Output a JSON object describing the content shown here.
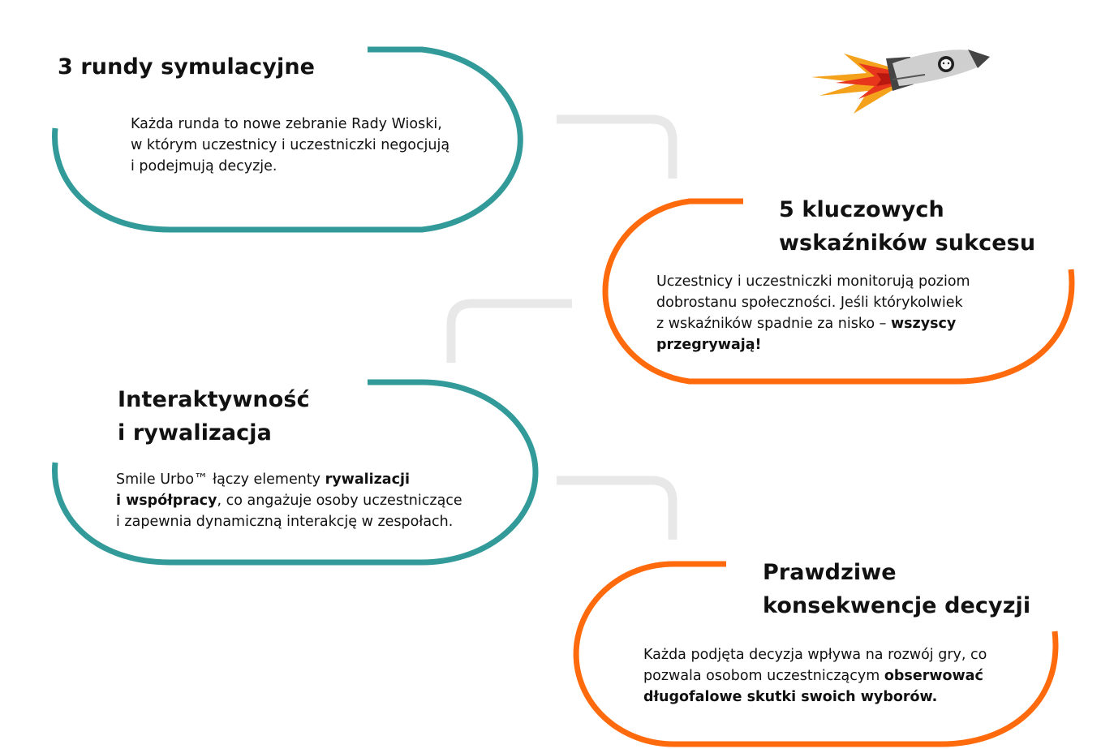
{
  "colors": {
    "teal": "#339a9a",
    "orange": "#ff6a0d",
    "connector": "#e8e8e8",
    "text": "#111111"
  },
  "icons": {
    "rocket": "rocket-icon"
  },
  "cards": [
    {
      "id": "card-rounds",
      "accent": "teal",
      "title_lines": [
        "3 rundy symulacyjne"
      ],
      "body_lines": [
        [
          {
            "text": "Każda runda to nowe zebranie Rady Wioski,"
          }
        ],
        [
          {
            "text": "w którym uczestnicy i uczestniczki negocjują"
          }
        ],
        [
          {
            "text": "i podejmują decyzje."
          }
        ]
      ]
    },
    {
      "id": "card-indicators",
      "accent": "orange",
      "title_lines": [
        "5 kluczowych",
        "wskaźników sukcesu"
      ],
      "body_lines": [
        [
          {
            "text": "Uczestnicy i uczestniczki monitorują poziom"
          }
        ],
        [
          {
            "text": "dobrostanu społeczności. Jeśli którykolwiek"
          }
        ],
        [
          {
            "text": "z wskaźników spadnie za nisko – "
          },
          {
            "text": "wszyscy",
            "bold": true
          }
        ],
        [
          {
            "text": "przegrywają!",
            "bold": true
          }
        ]
      ]
    },
    {
      "id": "card-interactivity",
      "accent": "teal",
      "title_lines": [
        "Interaktywność",
        "i rywalizacja"
      ],
      "body_lines": [
        [
          {
            "text": "Smile Urbo™ łączy elementy "
          },
          {
            "text": "rywalizacji",
            "bold": true
          }
        ],
        [
          {
            "text": "i współpracy",
            "bold": true
          },
          {
            "text": ", co angażuje osoby uczestniczące"
          }
        ],
        [
          {
            "text": "i zapewnia dynamiczną interakcję w zespołach."
          }
        ]
      ]
    },
    {
      "id": "card-consequences",
      "accent": "orange",
      "title_lines": [
        "Prawdziwe",
        "konsekwencje decyzji"
      ],
      "body_lines": [
        [
          {
            "text": "Każda podjęta decyzja wpływa na rozwój gry, co"
          }
        ],
        [
          {
            "text": "pozwala osobom uczestniczącym "
          },
          {
            "text": "obserwować",
            "bold": true
          }
        ],
        [
          {
            "text": "długofalowe skutki swoich wyborów.",
            "bold": true
          }
        ]
      ]
    }
  ]
}
